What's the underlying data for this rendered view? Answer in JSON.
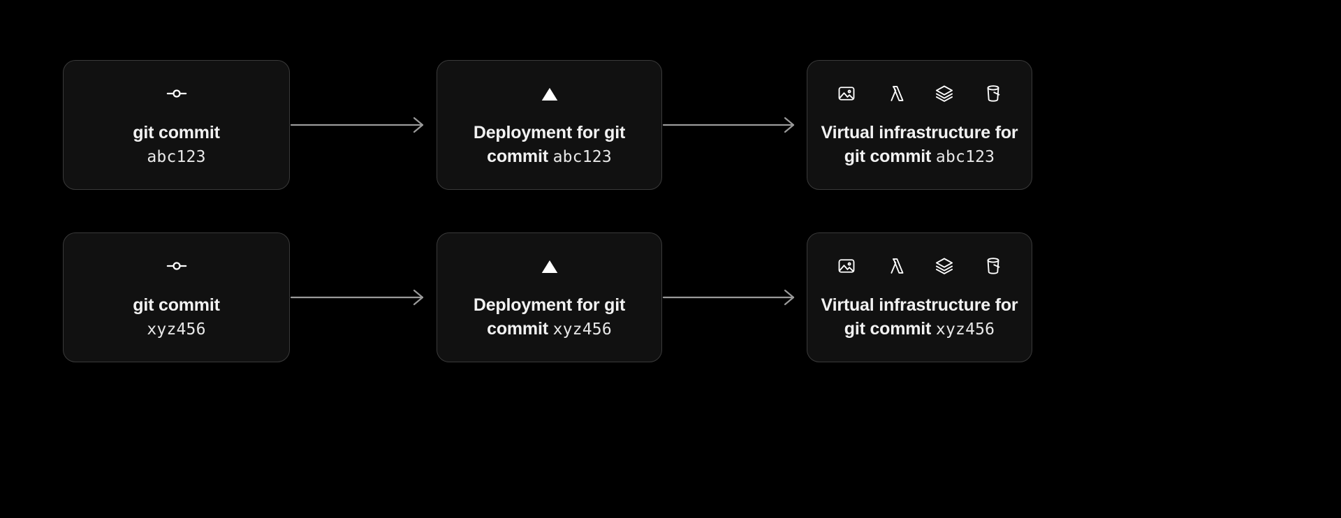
{
  "diagram": {
    "title": "git commit to deployment to virtual infrastructure flow",
    "background_color": "#000000",
    "card_background_color": "#111111",
    "card_border_color": "#3a3a3a",
    "text_color": "#f2f2f2",
    "arrow_color": "#9a9a9a",
    "columns": 3,
    "rows": 2
  },
  "rows": [
    {
      "commit_hash": "abc123",
      "nodes": [
        {
          "id": "git-commit",
          "icons": [
            "git-commit-icon"
          ],
          "label_bold": "git commit",
          "label_mono": "abc123",
          "layout": "stacked"
        },
        {
          "id": "deployment",
          "icons": [
            "vercel-triangle-icon"
          ],
          "label_bold": "Deployment for git commit",
          "label_mono": "abc123",
          "layout": "inline"
        },
        {
          "id": "virtual-infrastructure",
          "icons": [
            "image-icon",
            "lambda-icon",
            "layers-icon",
            "bucket-icon"
          ],
          "label_bold": "Virtual infrastructure for git commit",
          "label_mono": "abc123",
          "layout": "inline"
        }
      ]
    },
    {
      "commit_hash": "xyz456",
      "nodes": [
        {
          "id": "git-commit",
          "icons": [
            "git-commit-icon"
          ],
          "label_bold": "git commit",
          "label_mono": "xyz456",
          "layout": "stacked"
        },
        {
          "id": "deployment",
          "icons": [
            "vercel-triangle-icon"
          ],
          "label_bold": "Deployment for git commit",
          "label_mono": "xyz456",
          "layout": "inline"
        },
        {
          "id": "virtual-infrastructure",
          "icons": [
            "image-icon",
            "lambda-icon",
            "layers-icon",
            "bucket-icon"
          ],
          "label_bold": "Virtual infrastructure for git commit",
          "label_mono": "xyz456",
          "layout": "inline"
        }
      ]
    }
  ]
}
